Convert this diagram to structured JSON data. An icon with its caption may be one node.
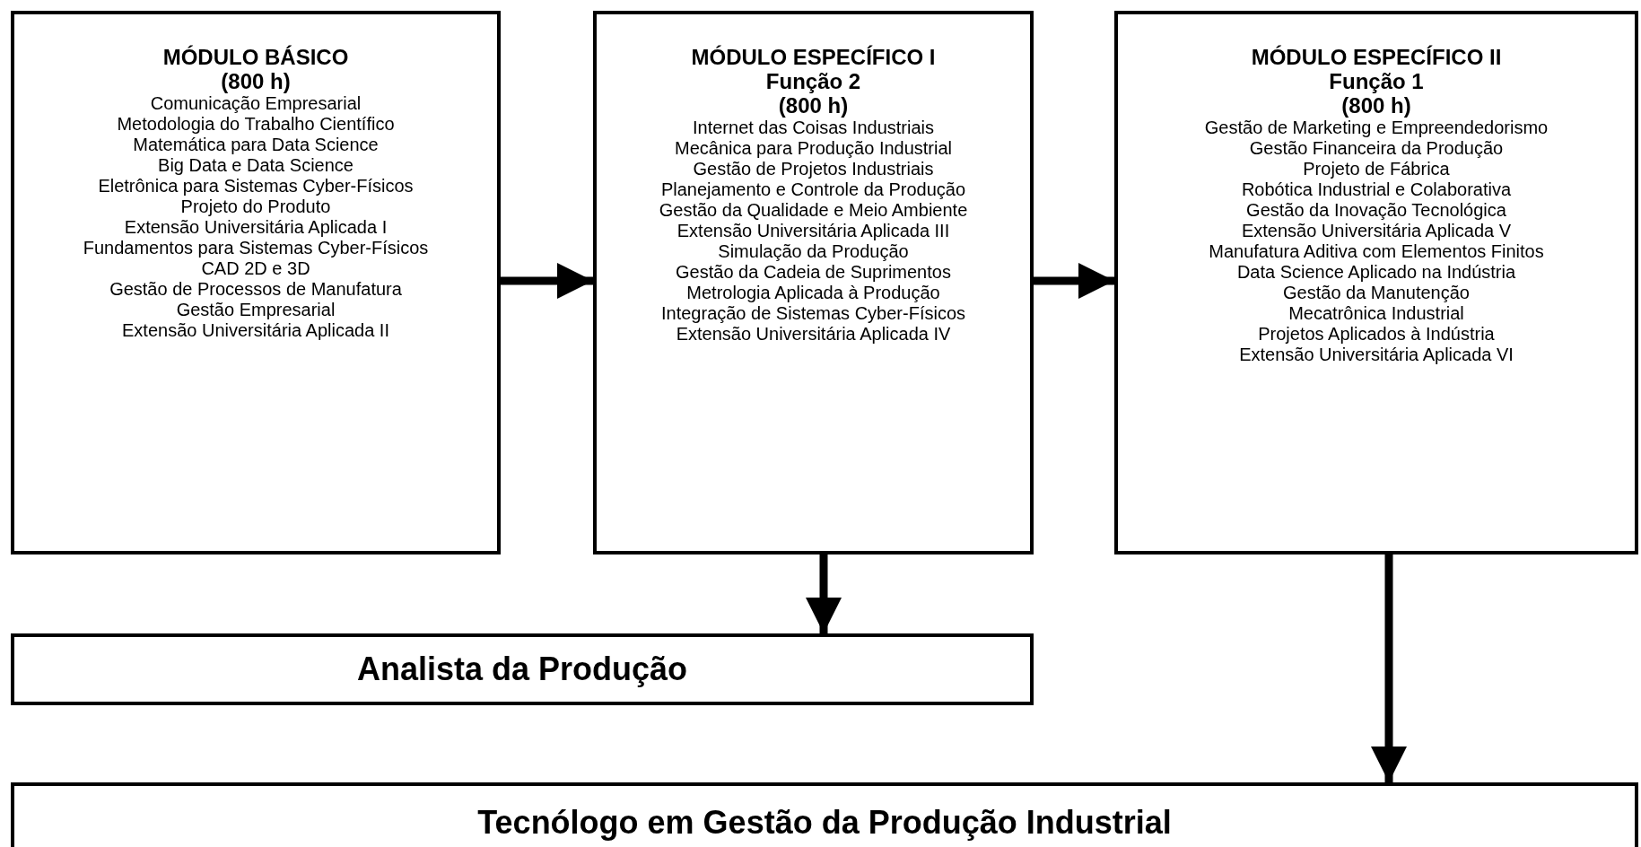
{
  "diagram": {
    "nodes": [
      {
        "text": [
          "MÓDULO BÁSICO",
          "(800 h)",
          "Comunicação Empresarial",
          "Metodologia do Trabalho Científico",
          "Matemática para Data Science",
          "Big Data e Data Science",
          "Eletrônica para Sistemas Cyber-Físicos",
          "Projeto do Produto",
          "Extensão Universitária Aplicada I",
          "Fundamentos para Sistemas Cyber-Físicos",
          "CAD 2D e 3D",
          "Gestão de Processos de Manufatura",
          "Gestão Empresarial",
          "Extensão Universitária Aplicada II"
        ]
      },
      {
        "text": [
          "MÓDULO ESPECÍFICO I",
          "Função 2",
          "(800 h)",
          "Internet das Coisas Industriais",
          "Mecânica para Produção Industrial",
          "Gestão de Projetos Industriais",
          "Planejamento e Controle da Produção",
          "Gestão da Qualidade e Meio Ambiente",
          "Extensão Universitária Aplicada III",
          "Simulação da Produção",
          "Gestão da Cadeia de Suprimentos",
          "Metrologia Aplicada à Produção",
          "Integração de Sistemas Cyber-Físicos",
          "Extensão Universitária Aplicada IV"
        ]
      },
      {
        "text": [
          "MÓDULO ESPECÍFICO II",
          "Função 1",
          "(800 h)",
          "Gestão de Marketing e Empreendedorismo",
          "Gestão Financeira da Produção",
          "Projeto de Fábrica",
          "Robótica Industrial e Colaborativa",
          "Gestão da Inovação Tecnológica",
          "Extensão Universitária Aplicada V",
          "Manufatura Aditiva com Elementos Finitos",
          "Data Science Aplicado na Indústria",
          "Gestão da Manutenção",
          "Mecatrônica Industrial",
          "Projetos Aplicados à Indústria",
          "Extensão Universitária Aplicada VI"
        ]
      },
      {
        "text": [
          "Analista da Produção"
        ]
      },
      {
        "text": [
          "Tecnólogo em Gestão da Produção Industrial"
        ]
      }
    ],
    "edges": [
      {
        "from": 0,
        "to": 1,
        "arrow": "to"
      },
      {
        "from": 1,
        "to": 2,
        "arrow": "to"
      },
      {
        "from": 1,
        "to": 3,
        "arrow": "to"
      },
      {
        "from": 2,
        "to": 4,
        "arrow": "to"
      }
    ]
  }
}
